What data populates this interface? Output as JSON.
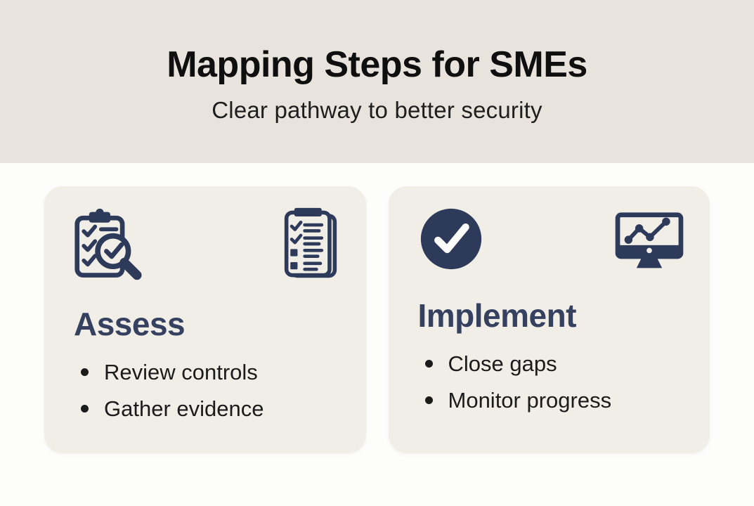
{
  "header": {
    "title": "Mapping Steps for SMEs",
    "subtitle": "Clear pathway to better security"
  },
  "cards": [
    {
      "heading": "Assess",
      "icons": [
        "clipboard-magnifier-icon",
        "checklist-clipboard-icon"
      ],
      "bullets": [
        "Review controls",
        "Gather evidence"
      ]
    },
    {
      "heading": "Implement",
      "icons": [
        "check-circle-icon",
        "monitor-chart-icon"
      ],
      "bullets": [
        "Close gaps",
        "Monitor progress"
      ]
    }
  ],
  "colors": {
    "header_bg": "#e8e4dd",
    "page_bg": "#fdfdfc",
    "card_bg": "#f1eee8",
    "icon_navy": "#2e3a59",
    "heading_navy": "#35415f",
    "title_color": "#0f0f0f",
    "body_color": "#1b1b1b"
  }
}
